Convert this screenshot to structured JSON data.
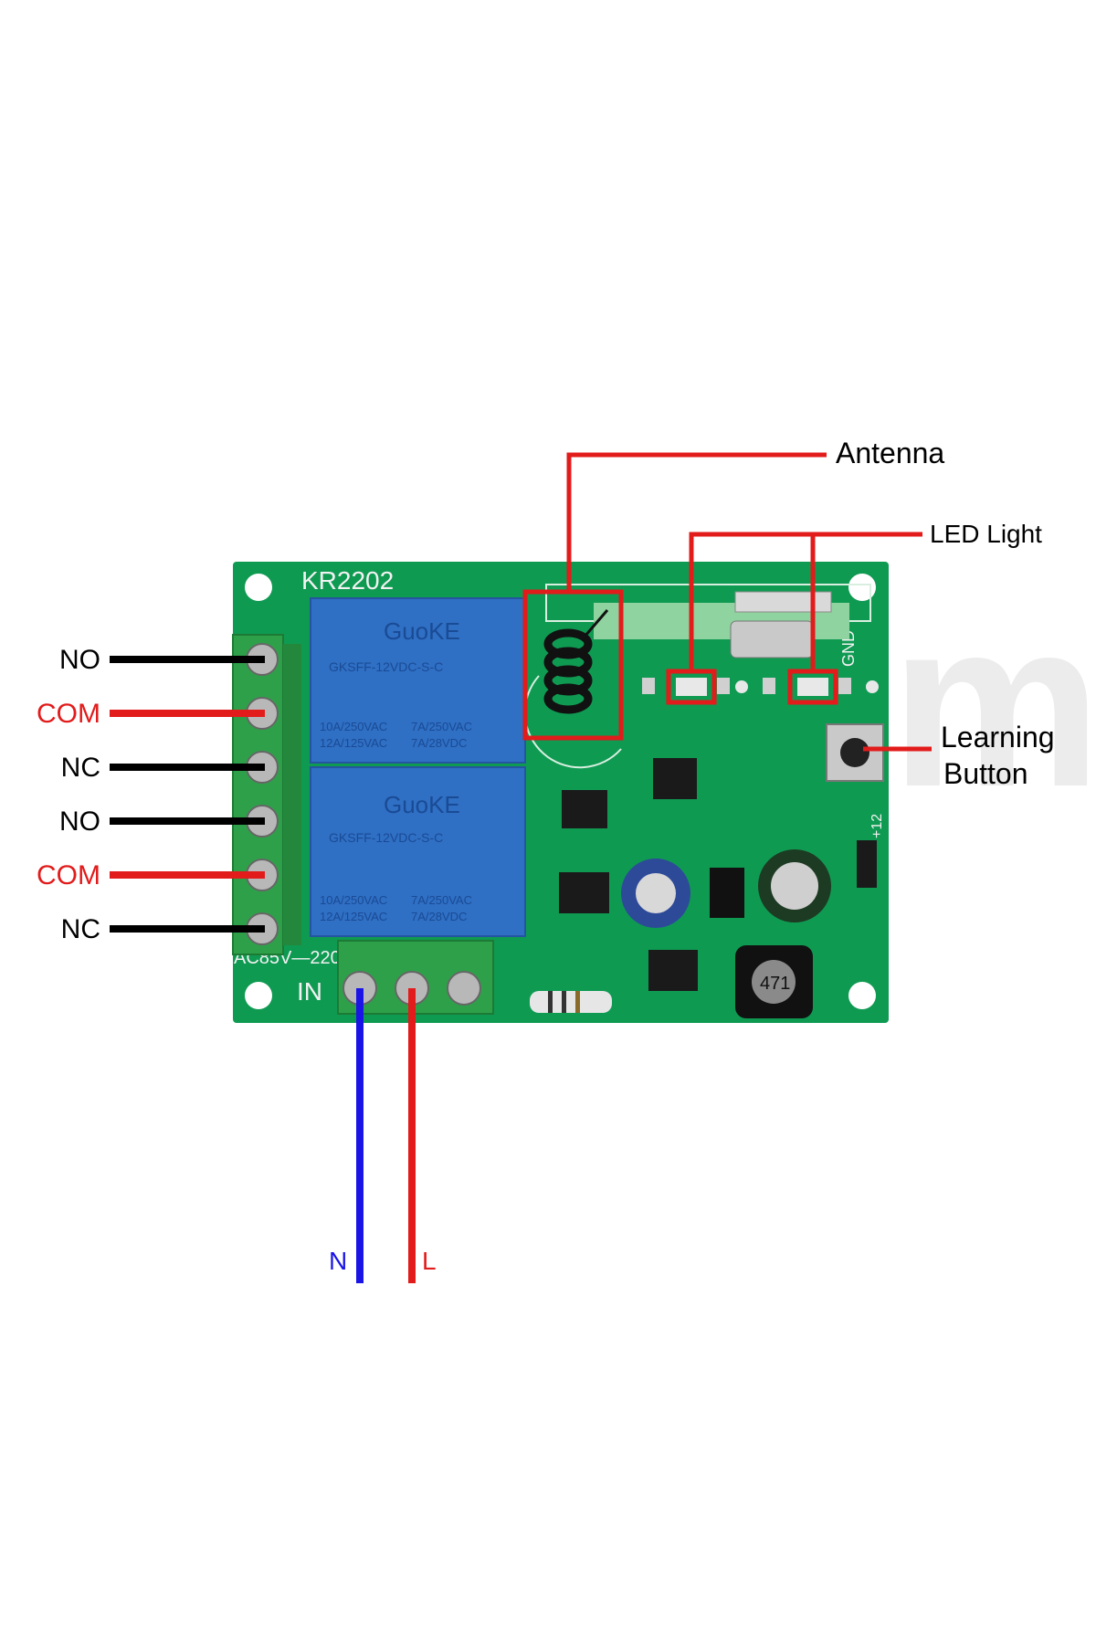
{
  "board": {
    "model": "KR2202",
    "voltage_print": "AC85V—220",
    "input_print": "IN",
    "gnd_print": "GND",
    "plus12_print": "+12",
    "inductor_print": "471",
    "watermark": "m",
    "relays": [
      {
        "brand": "GuoKE",
        "model_print": "GKSFF-12VDC-S-C",
        "rating_left": [
          "10A/250VAC",
          "12A/125VAC"
        ],
        "rating_right": [
          "7A/250VAC",
          "7A/28VDC"
        ]
      },
      {
        "brand": "GuoKE",
        "model_print": "GKSFF-12VDC-S-C",
        "rating_left": [
          "10A/250VAC",
          "12A/125VAC"
        ],
        "rating_right": [
          "7A/250VAC",
          "7A/28VDC"
        ]
      }
    ]
  },
  "callouts": {
    "antenna": "Antenna",
    "led_light": "LED Light",
    "learning_button_line1": "Learning",
    "learning_button_line2": "Button"
  },
  "terminals": [
    {
      "label": "NO",
      "color": "#000000"
    },
    {
      "label": "COM",
      "color": "#e21b1b"
    },
    {
      "label": "NC",
      "color": "#000000"
    },
    {
      "label": "NO",
      "color": "#000000"
    },
    {
      "label": "COM",
      "color": "#e21b1b"
    },
    {
      "label": "NC",
      "color": "#000000"
    }
  ],
  "power": {
    "neutral_label": "N",
    "neutral_color": "#1a14e6",
    "live_label": "L",
    "live_color": "#e21b1b"
  },
  "colors": {
    "pcb": "#0f9a52",
    "terminal_block": "#2fa04a",
    "relay": "#2f6fc4",
    "callout": "#e21b1b"
  }
}
